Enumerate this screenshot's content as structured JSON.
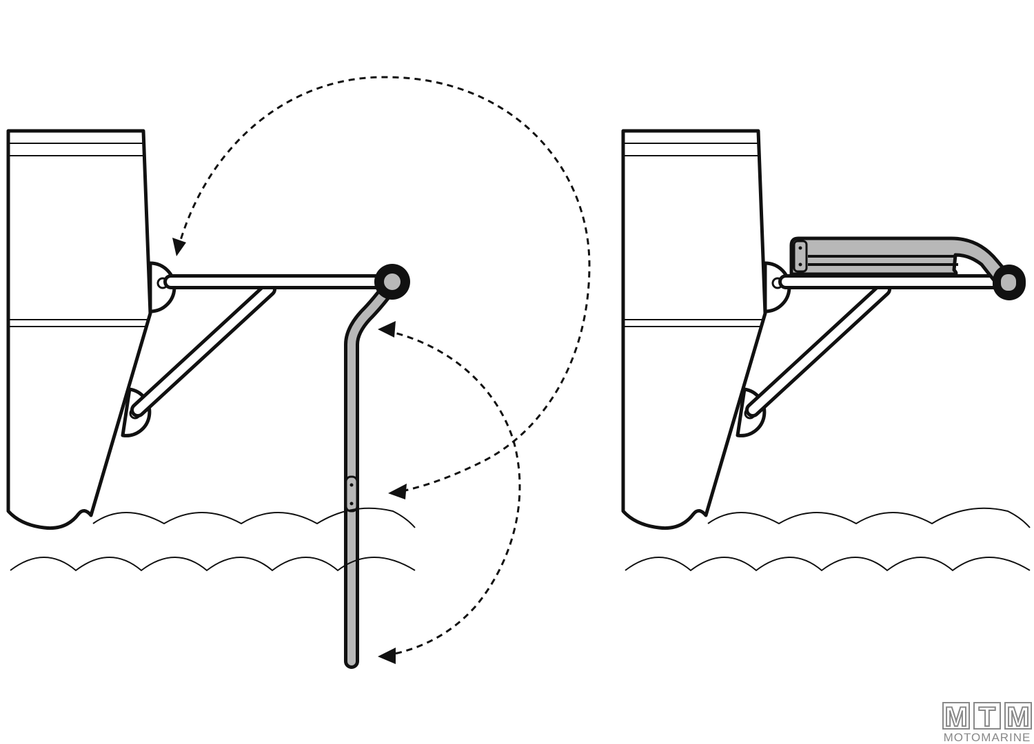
{
  "figure": {
    "left_panel": {
      "state": "ladder-folded-down"
    },
    "right_panel": {
      "state": "ladder-stowed-up"
    }
  },
  "logo": {
    "letters": [
      "M",
      "T",
      "M"
    ],
    "wordmark": "MOTOMARINE",
    "color": "#888888"
  },
  "colors": {
    "line": "#111111",
    "ladder_fill": "#b8b8b8",
    "background": "#ffffff"
  }
}
